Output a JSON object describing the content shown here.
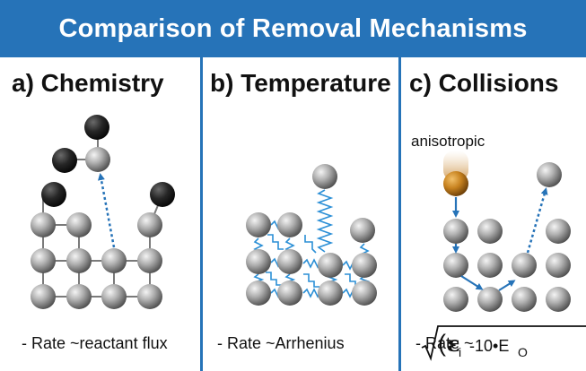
{
  "title": "Comparison of Removal Mechanisms",
  "panels": [
    {
      "label": "a)  Chemistry",
      "caption": "- Rate ~reactant flux"
    },
    {
      "label": "b) Temperature",
      "caption": "- Rate ~Arrhenius"
    },
    {
      "label": "c) Collisions",
      "caption": "- Rate ~"
    }
  ],
  "annotation": "anisotropic",
  "formula": {
    "epsilon": "ε",
    "eps_sub": "i",
    "middle": " -10•E",
    "e_sub": "O"
  },
  "colors": {
    "banner": "#2673b8",
    "arrow": "#2673b8",
    "spring": "#2b8fd6",
    "incoming": "#b06f1a"
  }
}
